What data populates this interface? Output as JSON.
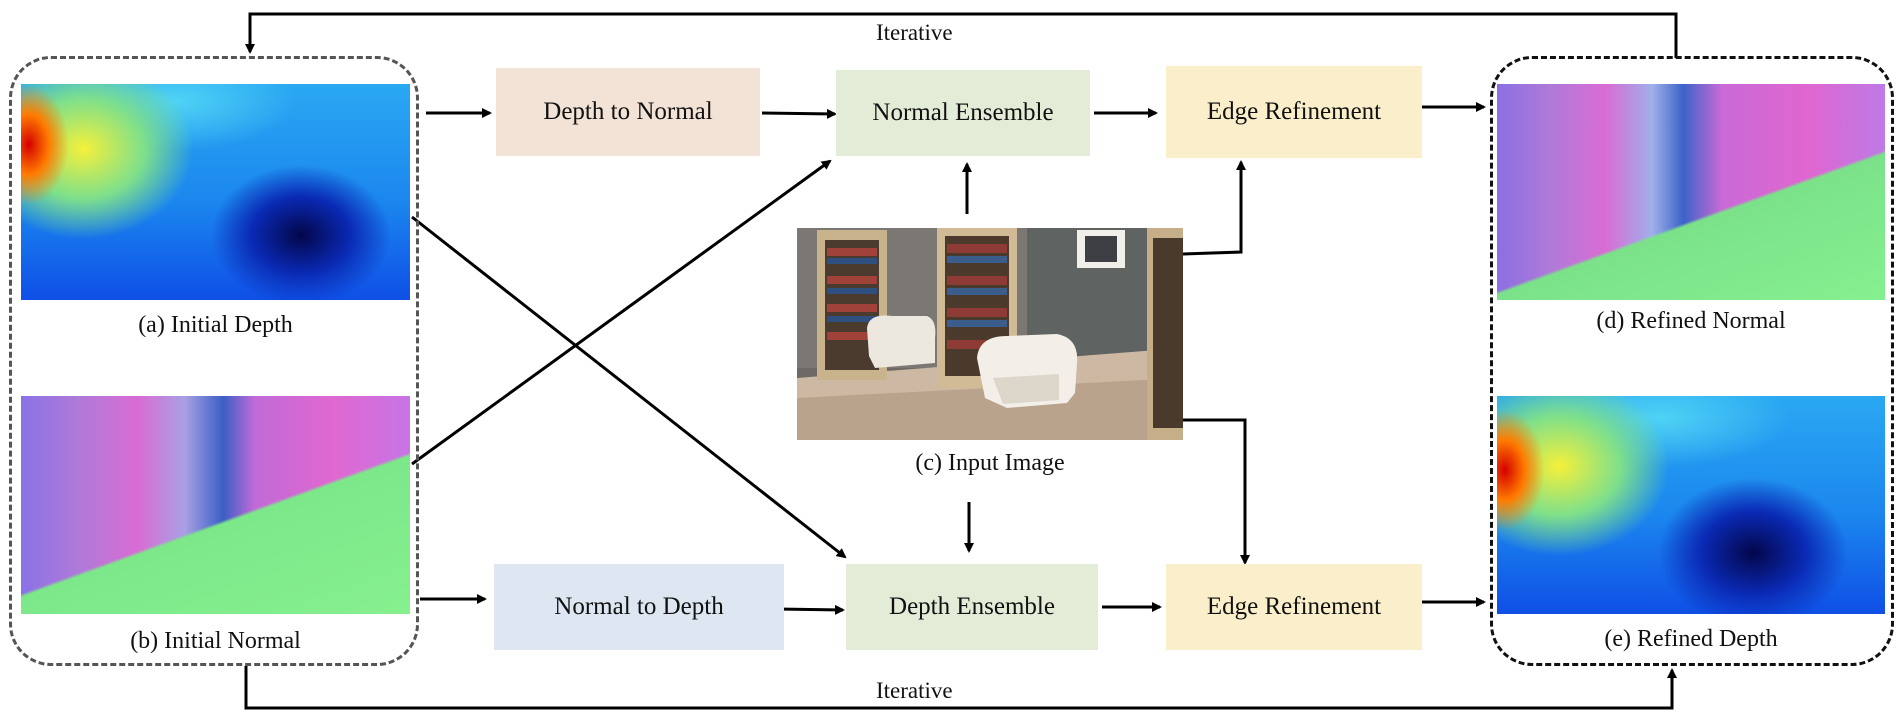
{
  "iterative_top": "Iterative",
  "iterative_bottom": "Iterative",
  "boxes": {
    "depth_to_normal": "Depth to Normal",
    "normal_ensemble": "Normal Ensemble",
    "edge_refinement_top": "Edge Refinement",
    "normal_to_depth": "Normal to Depth",
    "depth_ensemble": "Depth Ensemble",
    "edge_refinement_bottom": "Edge Refinement"
  },
  "captions": {
    "initial_depth": "(a) Initial Depth",
    "initial_normal": "(b) Initial Normal",
    "input_image": "(c) Input Image",
    "refined_normal": "(d) Refined Normal",
    "refined_depth": "(e) Refined Depth"
  },
  "colors": {
    "depth_to_normal": "#f2e3d6",
    "normal_ensemble": "#e3ecd7",
    "edge_refinement": "#fbefcb",
    "normal_to_depth": "#dde6f1",
    "depth_ensemble": "#e3ecd7"
  }
}
